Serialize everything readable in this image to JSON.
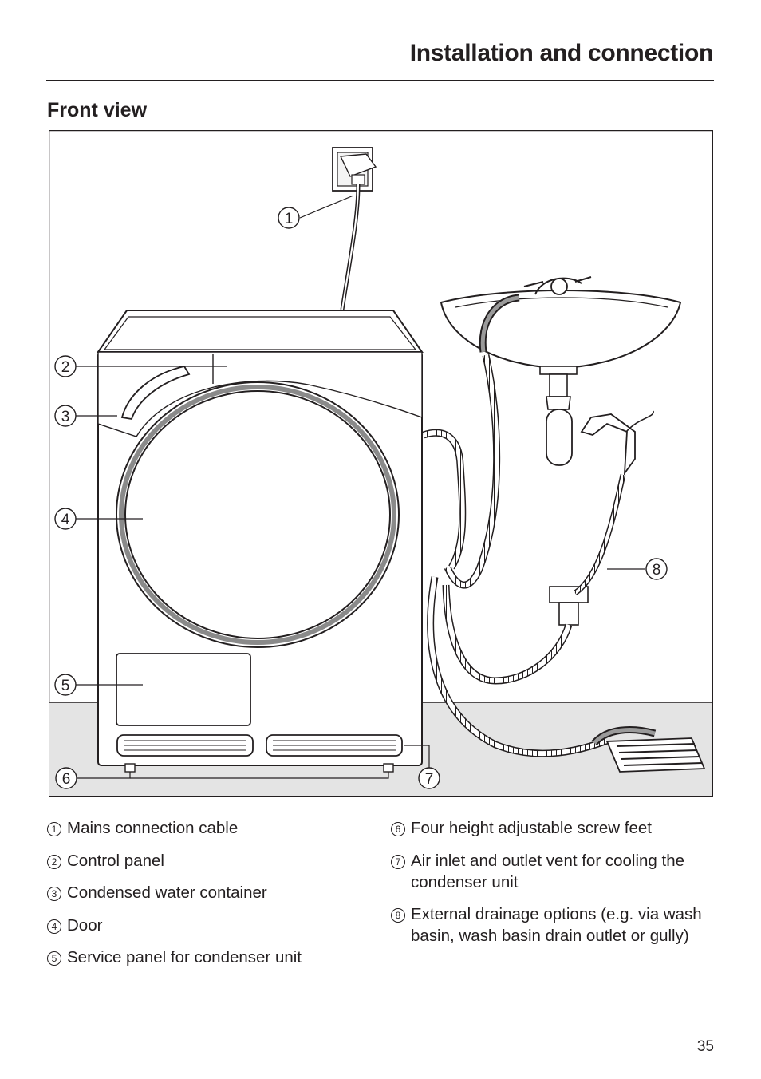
{
  "header": {
    "title": "Installation and connection"
  },
  "section": {
    "title": "Front view"
  },
  "figure": {
    "callouts": [
      "1",
      "2",
      "3",
      "4",
      "5",
      "6",
      "7",
      "8"
    ]
  },
  "legend": {
    "left": [
      {
        "num": "1",
        "text": "Mains connection cable"
      },
      {
        "num": "2",
        "text": "Control panel"
      },
      {
        "num": "3",
        "text": "Condensed water container"
      },
      {
        "num": "4",
        "text": "Door"
      },
      {
        "num": "5",
        "text": "Service panel for condenser unit"
      }
    ],
    "right": [
      {
        "num": "6",
        "text": "Four height adjustable screw feet"
      },
      {
        "num": "7",
        "text": "Air inlet and outlet vent for cooling the condenser unit"
      },
      {
        "num": "8",
        "text": "External drainage options (e.g. via wash basin, wash basin drain outlet or gully)"
      }
    ]
  },
  "page": {
    "number": "35"
  }
}
